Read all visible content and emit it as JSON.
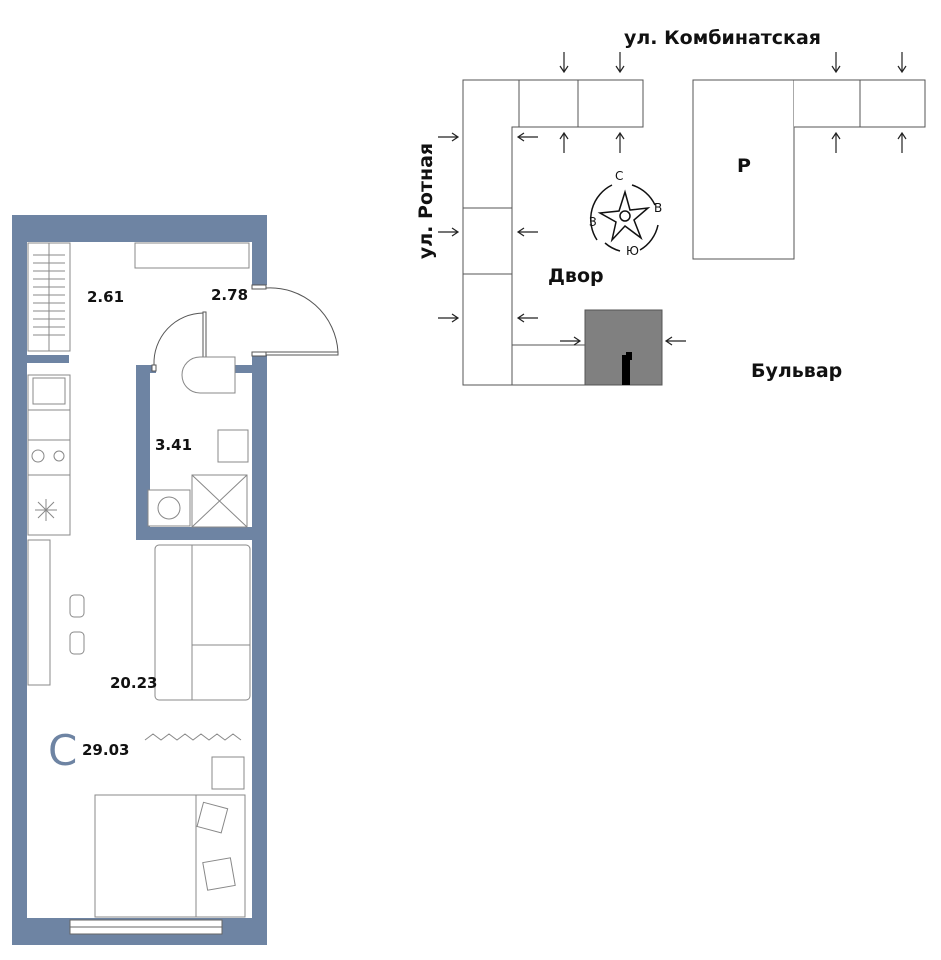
{
  "plan": {
    "rooms": [
      {
        "name": "hallway",
        "area": "2.61"
      },
      {
        "name": "entry",
        "area": "2.78"
      },
      {
        "name": "bathroom",
        "area": "3.41"
      },
      {
        "name": "living",
        "area": "20.23"
      }
    ],
    "apartment_type": "С",
    "total_area": "29.03",
    "wall_color": "#6e84a3"
  },
  "site": {
    "street_top": "ул. Комбинатская",
    "street_left": "ул. Ротная",
    "yard": "Двор",
    "boulevard": "Бульвар",
    "parking": "Р",
    "compass": {
      "n": "С",
      "e": "В",
      "s": "Ю",
      "w": "З"
    },
    "highlight_color": "#808080"
  }
}
